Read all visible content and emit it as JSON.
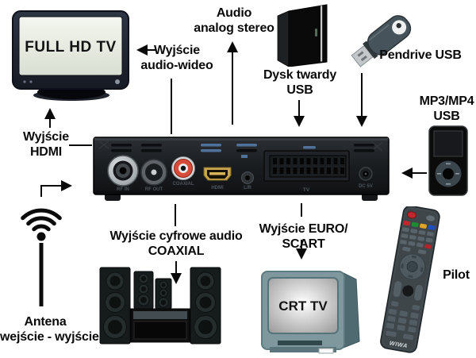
{
  "labels": {
    "full_hd_tv": "FULL HD TV",
    "audio_video": {
      "line1": "Wyjście",
      "line2": "audio-wideo"
    },
    "audio_analog": {
      "line1": "Audio",
      "line2": "analog stereo"
    },
    "hdd": {
      "line1": "Dysk twardy",
      "line2": "USB"
    },
    "pendrive": "Pendrive USB",
    "mp3": {
      "line1": "MP3/MP4",
      "line2": "USB"
    },
    "hdmi_out": {
      "line1": "Wyjście",
      "line2": "HDMI"
    },
    "antenna": {
      "line1": "Antena",
      "line2": "wejście - wyjście"
    },
    "digital_audio": {
      "line1": "Wyjście cyfrowe audio",
      "line2": "COAXIAL"
    },
    "scart_out": "Wyjście EURO/ SCART",
    "crt_tv": "CRT TV",
    "pilot": "Pilot"
  },
  "device": {
    "ports": [
      {
        "name": "RF IN"
      },
      {
        "name": "RF OUT"
      },
      {
        "name": "COAXIAL"
      },
      {
        "name": "HDMI"
      },
      {
        "name": "L/R"
      },
      {
        "name": "TV"
      },
      {
        "name": "DC 5V"
      }
    ]
  },
  "remote": {
    "brand": "WIWA"
  },
  "colors": {
    "rca_red": "#d84b38",
    "hdmi_gold": "#caa64f",
    "crt_teal": "#7e989e",
    "button_red": "#c1272d",
    "button_green": "#1f8c33",
    "button_yellow": "#e2a41e",
    "button_blue": "#1e4fc0"
  }
}
